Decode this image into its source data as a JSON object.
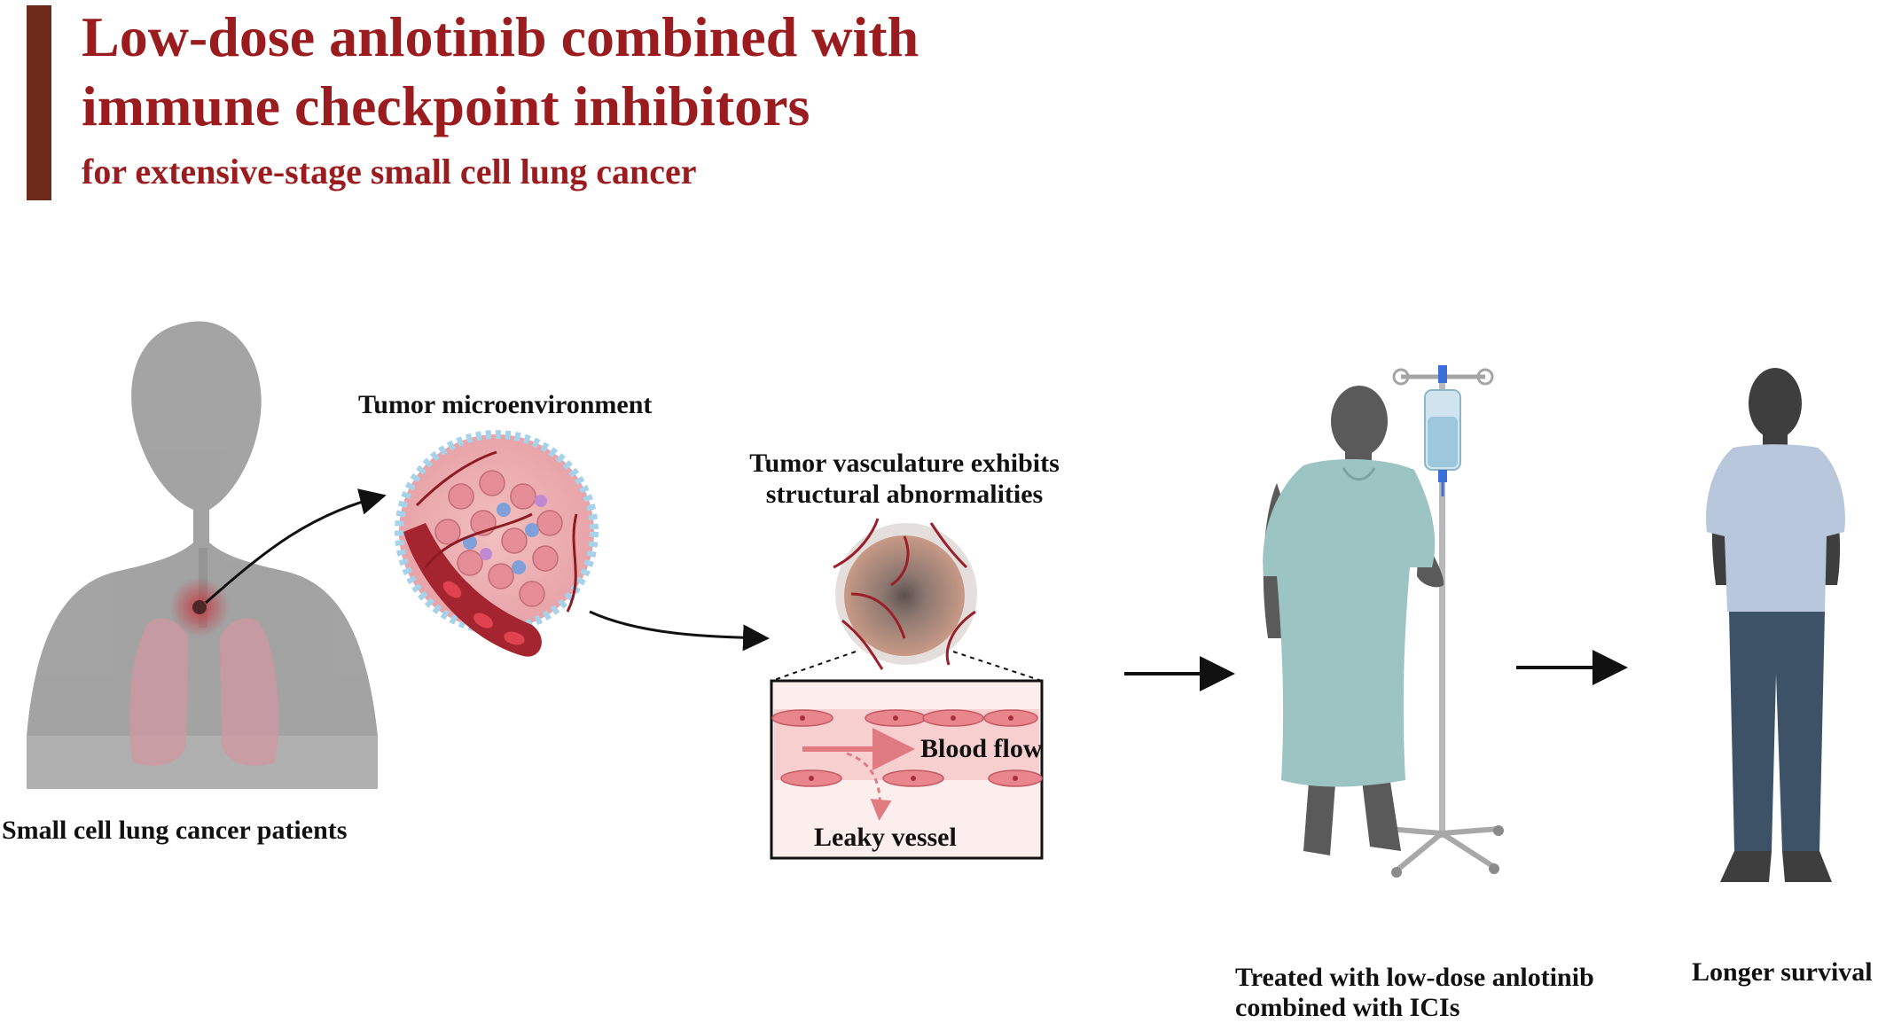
{
  "title": {
    "line1": "Low-dose anlotinib combined with",
    "line2": "immune checkpoint inhibitors",
    "subtitle": "for extensive-stage small cell lung cancer"
  },
  "stages": {
    "patients": "Small cell lung cancer patients",
    "microenvironment": "Tumor microenvironment",
    "vasculature_line1": "Tumor vasculature exhibits",
    "vasculature_line2": "structural abnormalities",
    "blood_flow": "Blood flow",
    "leaky_vessel": "Leaky vessel",
    "treated_line1": "Treated with low-dose anlotinib",
    "treated_line2": "combined with ICIs",
    "survival": "Longer survival"
  },
  "colors": {
    "title": "#9b1c1f",
    "title_bar": "#6b2a1a",
    "silhouette": "#5a5a5a",
    "gown": "#9cc4c2",
    "shirt": "#b9c7dc",
    "jeans": "#3d5266"
  }
}
